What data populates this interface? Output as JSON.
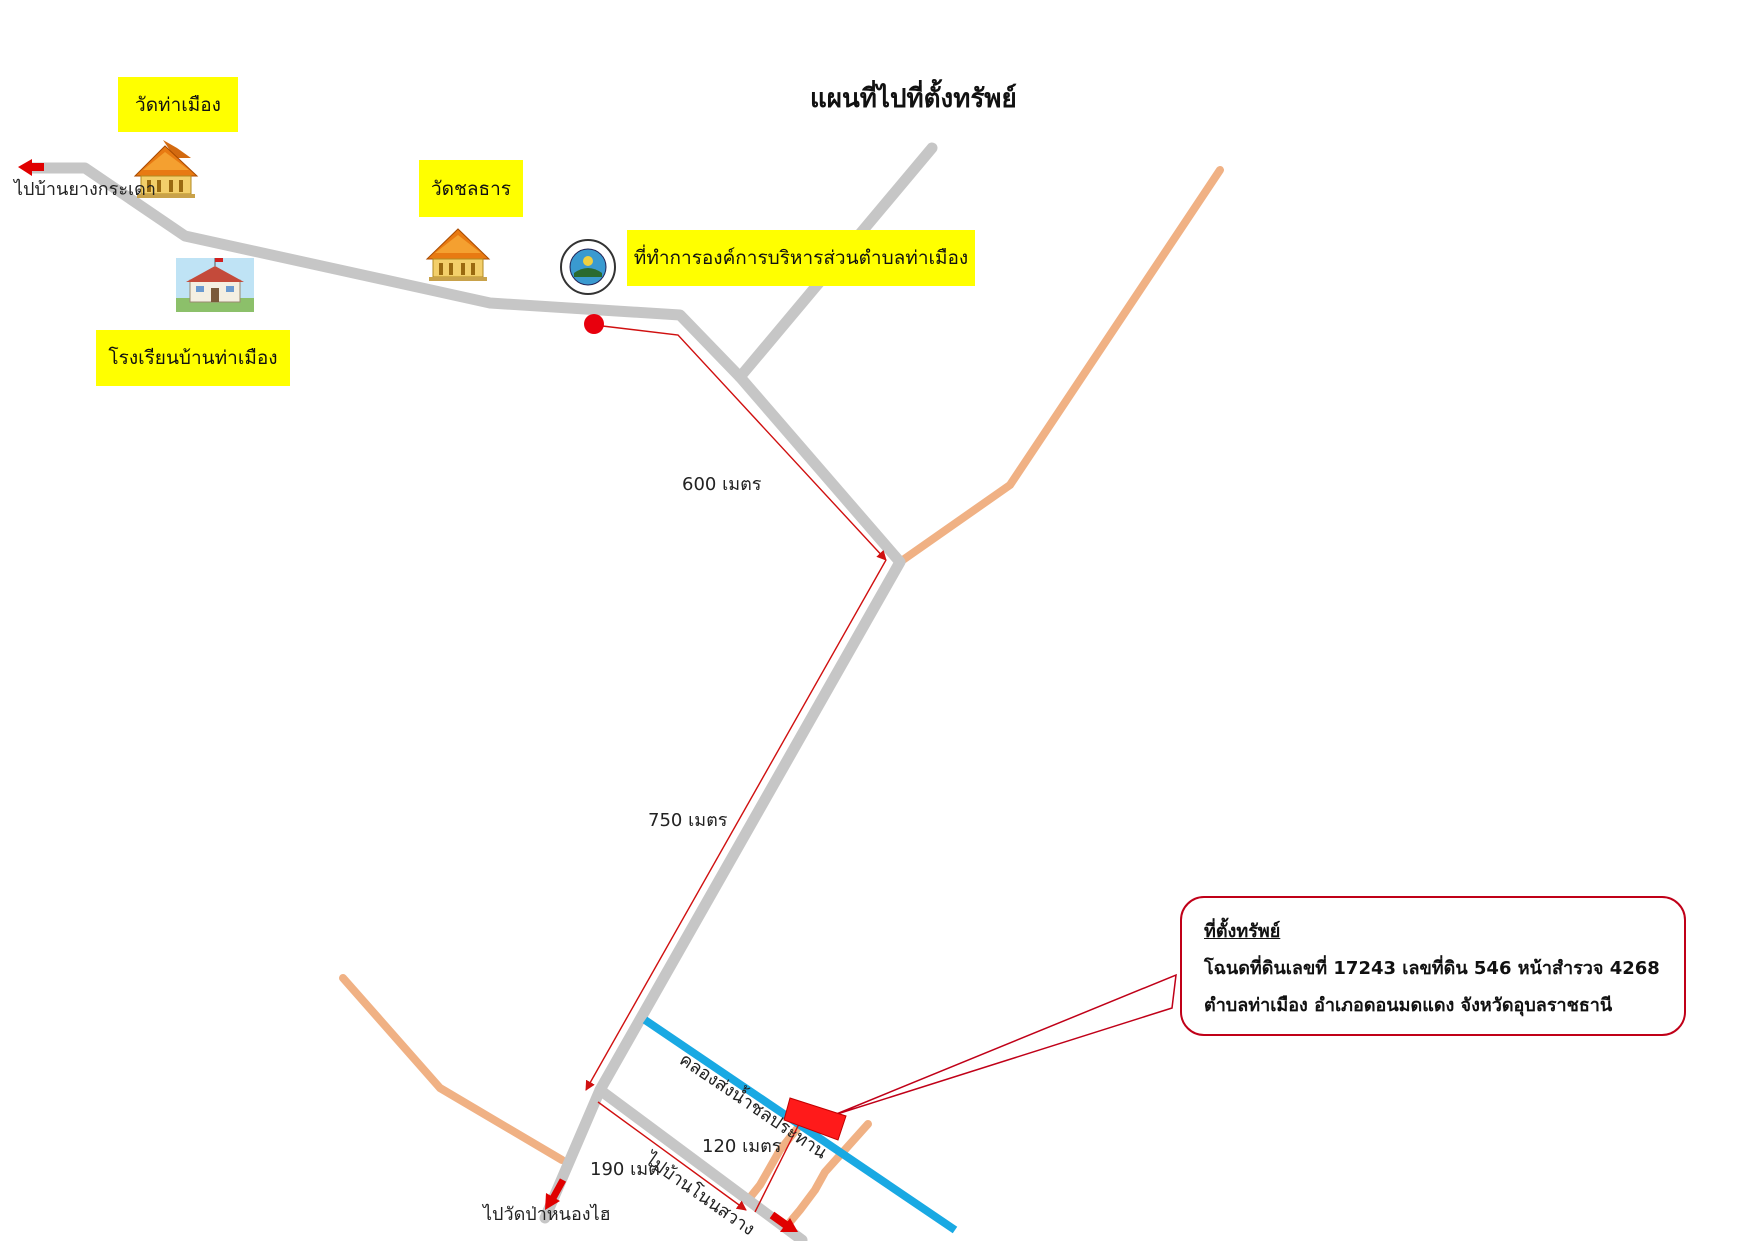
{
  "title": "แผนที่ไปที่ตั้งทรัพย์",
  "places": {
    "wat_tha_mueang": "วัดท่าเมือง",
    "wat_chon_than": "วัดชลธาร",
    "school": "โรงเรียนบ้านท่าเมือง",
    "sao_office": "ที่ทำการองค์การบริหารส่วนตำบลท่าเมือง"
  },
  "directions": {
    "to_ban_yang_kradao": "ไปบ้านยางกระเดา",
    "to_wat_pa_nong_hai": "ไปวัดป่าหนองไฮ",
    "to_ban_non_sawang": "ไปบ้านโนนสวาง",
    "canal": "คลองส่งน้ำชลประทาน"
  },
  "distances": {
    "d600": "600 เมตร",
    "d750": "750 เมตร",
    "d120": "120 เมตร",
    "d190": "190 เมต"
  },
  "property": {
    "heading": "ที่ตั้งทรัพย์",
    "line1": "โฉนดที่ดินเลขที่ 17243 เลขที่ดิน 546 หน้าสำรวจ 4268",
    "line2": "ตำบลท่าเมือง อำเภอดอนมดแดง จังหวัดอุบลราชธานี"
  },
  "colors": {
    "main_road": "#c6c6c6",
    "dirt_road": "#f0b184",
    "canal": "#19a9e3",
    "route": "#d01010",
    "label_bg": "#ffff00"
  }
}
